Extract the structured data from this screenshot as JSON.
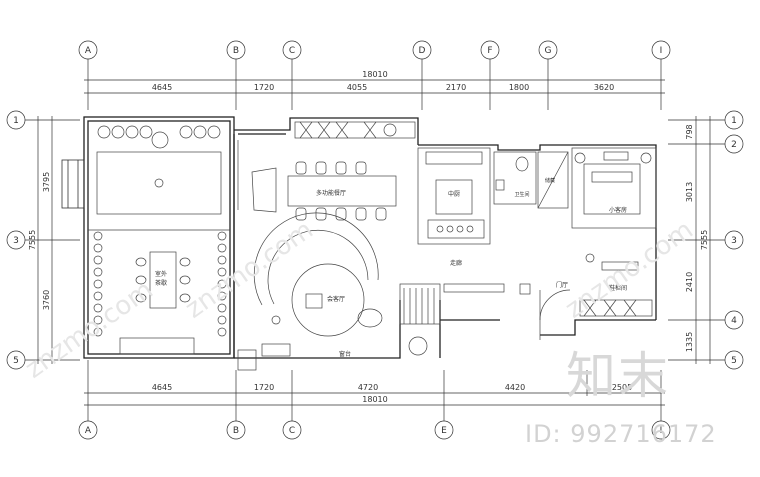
{
  "top_axes": [
    "A",
    "B",
    "C",
    "D",
    "F",
    "G",
    "I"
  ],
  "top_segments": [
    "4645",
    "1720",
    "4055",
    "2170",
    "1800",
    "3620"
  ],
  "top_total": "18010",
  "bottom_axes": [
    "A",
    "B",
    "C",
    "E",
    "I"
  ],
  "bottom_segments": [
    "4645",
    "1720",
    "4720",
    "4420",
    "2505"
  ],
  "bottom_total": "18010",
  "left_axes": [
    "1",
    "3",
    "5"
  ],
  "left_segments": [
    "3795",
    "3760"
  ],
  "left_total": "7555",
  "right_axes": [
    "1",
    "2",
    "3",
    "4",
    "5"
  ],
  "right_segments": [
    "798",
    "3013",
    "2410",
    "1335"
  ],
  "right_total": "7555",
  "rooms": {
    "dining_left_1": "室外",
    "dining_left_2": "茶歇",
    "multi_function": "多功能餐厅",
    "kitchen": "中厨",
    "bathroom": "卫生间",
    "storage": "储藏",
    "bedroom": "小客房",
    "corridor": "走廊",
    "entrance": "门厅",
    "shoe_cabinet": "鞋柜间",
    "living": "会客厅",
    "window_label": "窗台"
  },
  "watermark": {
    "brand": "知末",
    "id_text": "ID: 992716172",
    "diagonal": "znzmo.com"
  }
}
